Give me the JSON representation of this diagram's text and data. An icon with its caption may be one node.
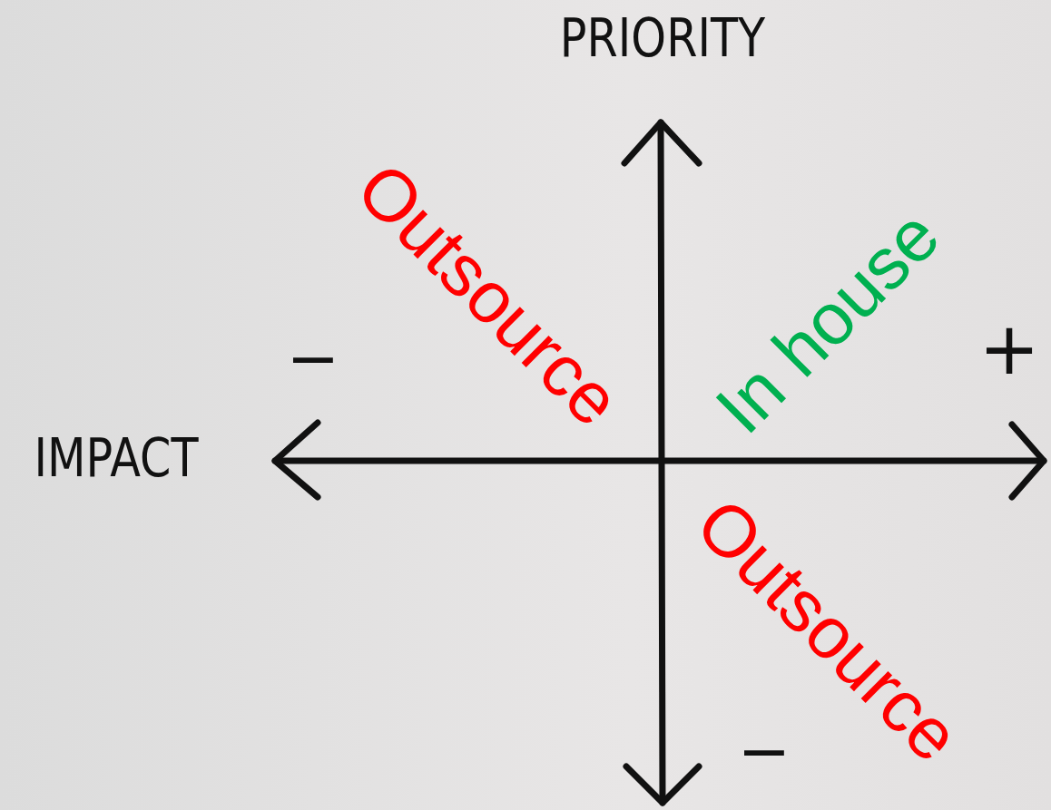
{
  "diagram": {
    "labels": [
      "PRIORITY",
      "Outsource",
      "In house",
      "−",
      "+",
      "IMPACT",
      "Outsource",
      "−"
    ]
  }
}
